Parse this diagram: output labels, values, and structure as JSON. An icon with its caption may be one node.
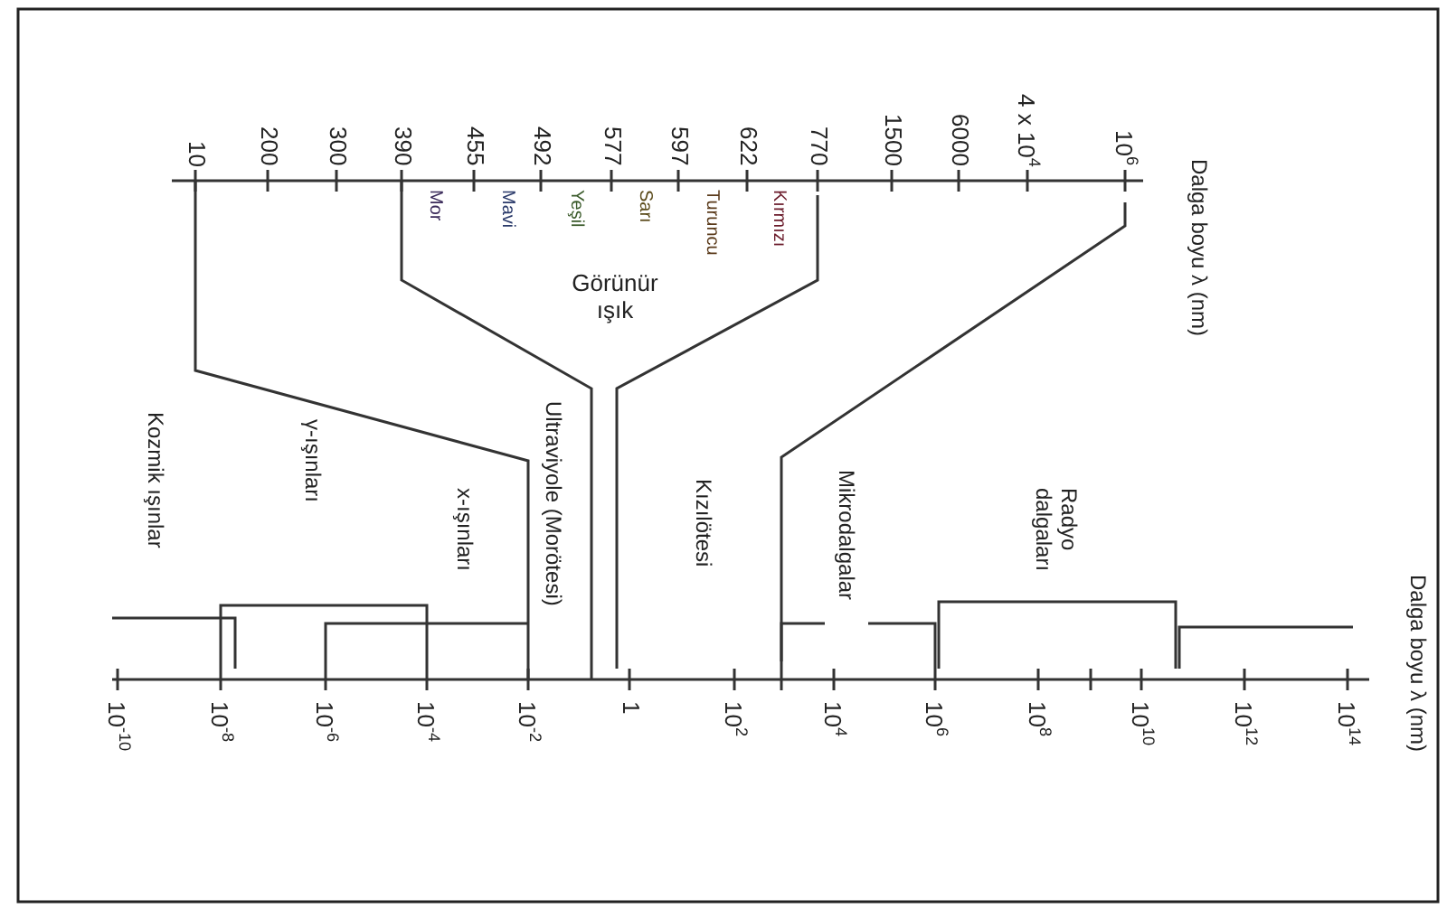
{
  "diagram": {
    "labels": [
      "10",
      "200",
      "300",
      "390",
      "455",
      "492",
      "577",
      "597",
      "622",
      "770",
      "1500",
      "6000",
      "4 x 10$^{4}$",
      "10$^{6}$",
      "Dalga boyu λ (nm)",
      "Mor",
      "Mavi",
      "Yeşil",
      "Sarı",
      "Turuncu",
      "Kırmızı",
      "Görünür ışık",
      "Kozmik ışınlar",
      "γ-ışınları",
      "x-ışınları",
      "Ultraviyole (Morötesi)",
      "Kızılötesi",
      "Mikrodalgalar",
      "Radyo dalgaları",
      "Dalga boyu λ (nm)",
      "10$^{-10}$",
      "10$^{-8}$",
      "10$^{-6}$",
      "10$^{-4}$",
      "10$^{-2}$",
      "1",
      "10$^{2}$",
      "10$^{4}$",
      "10$^{6}$",
      "10$^{8}$",
      "10$^{10}$",
      "10$^{12}$",
      "10$^{14}$"
    ]
  }
}
